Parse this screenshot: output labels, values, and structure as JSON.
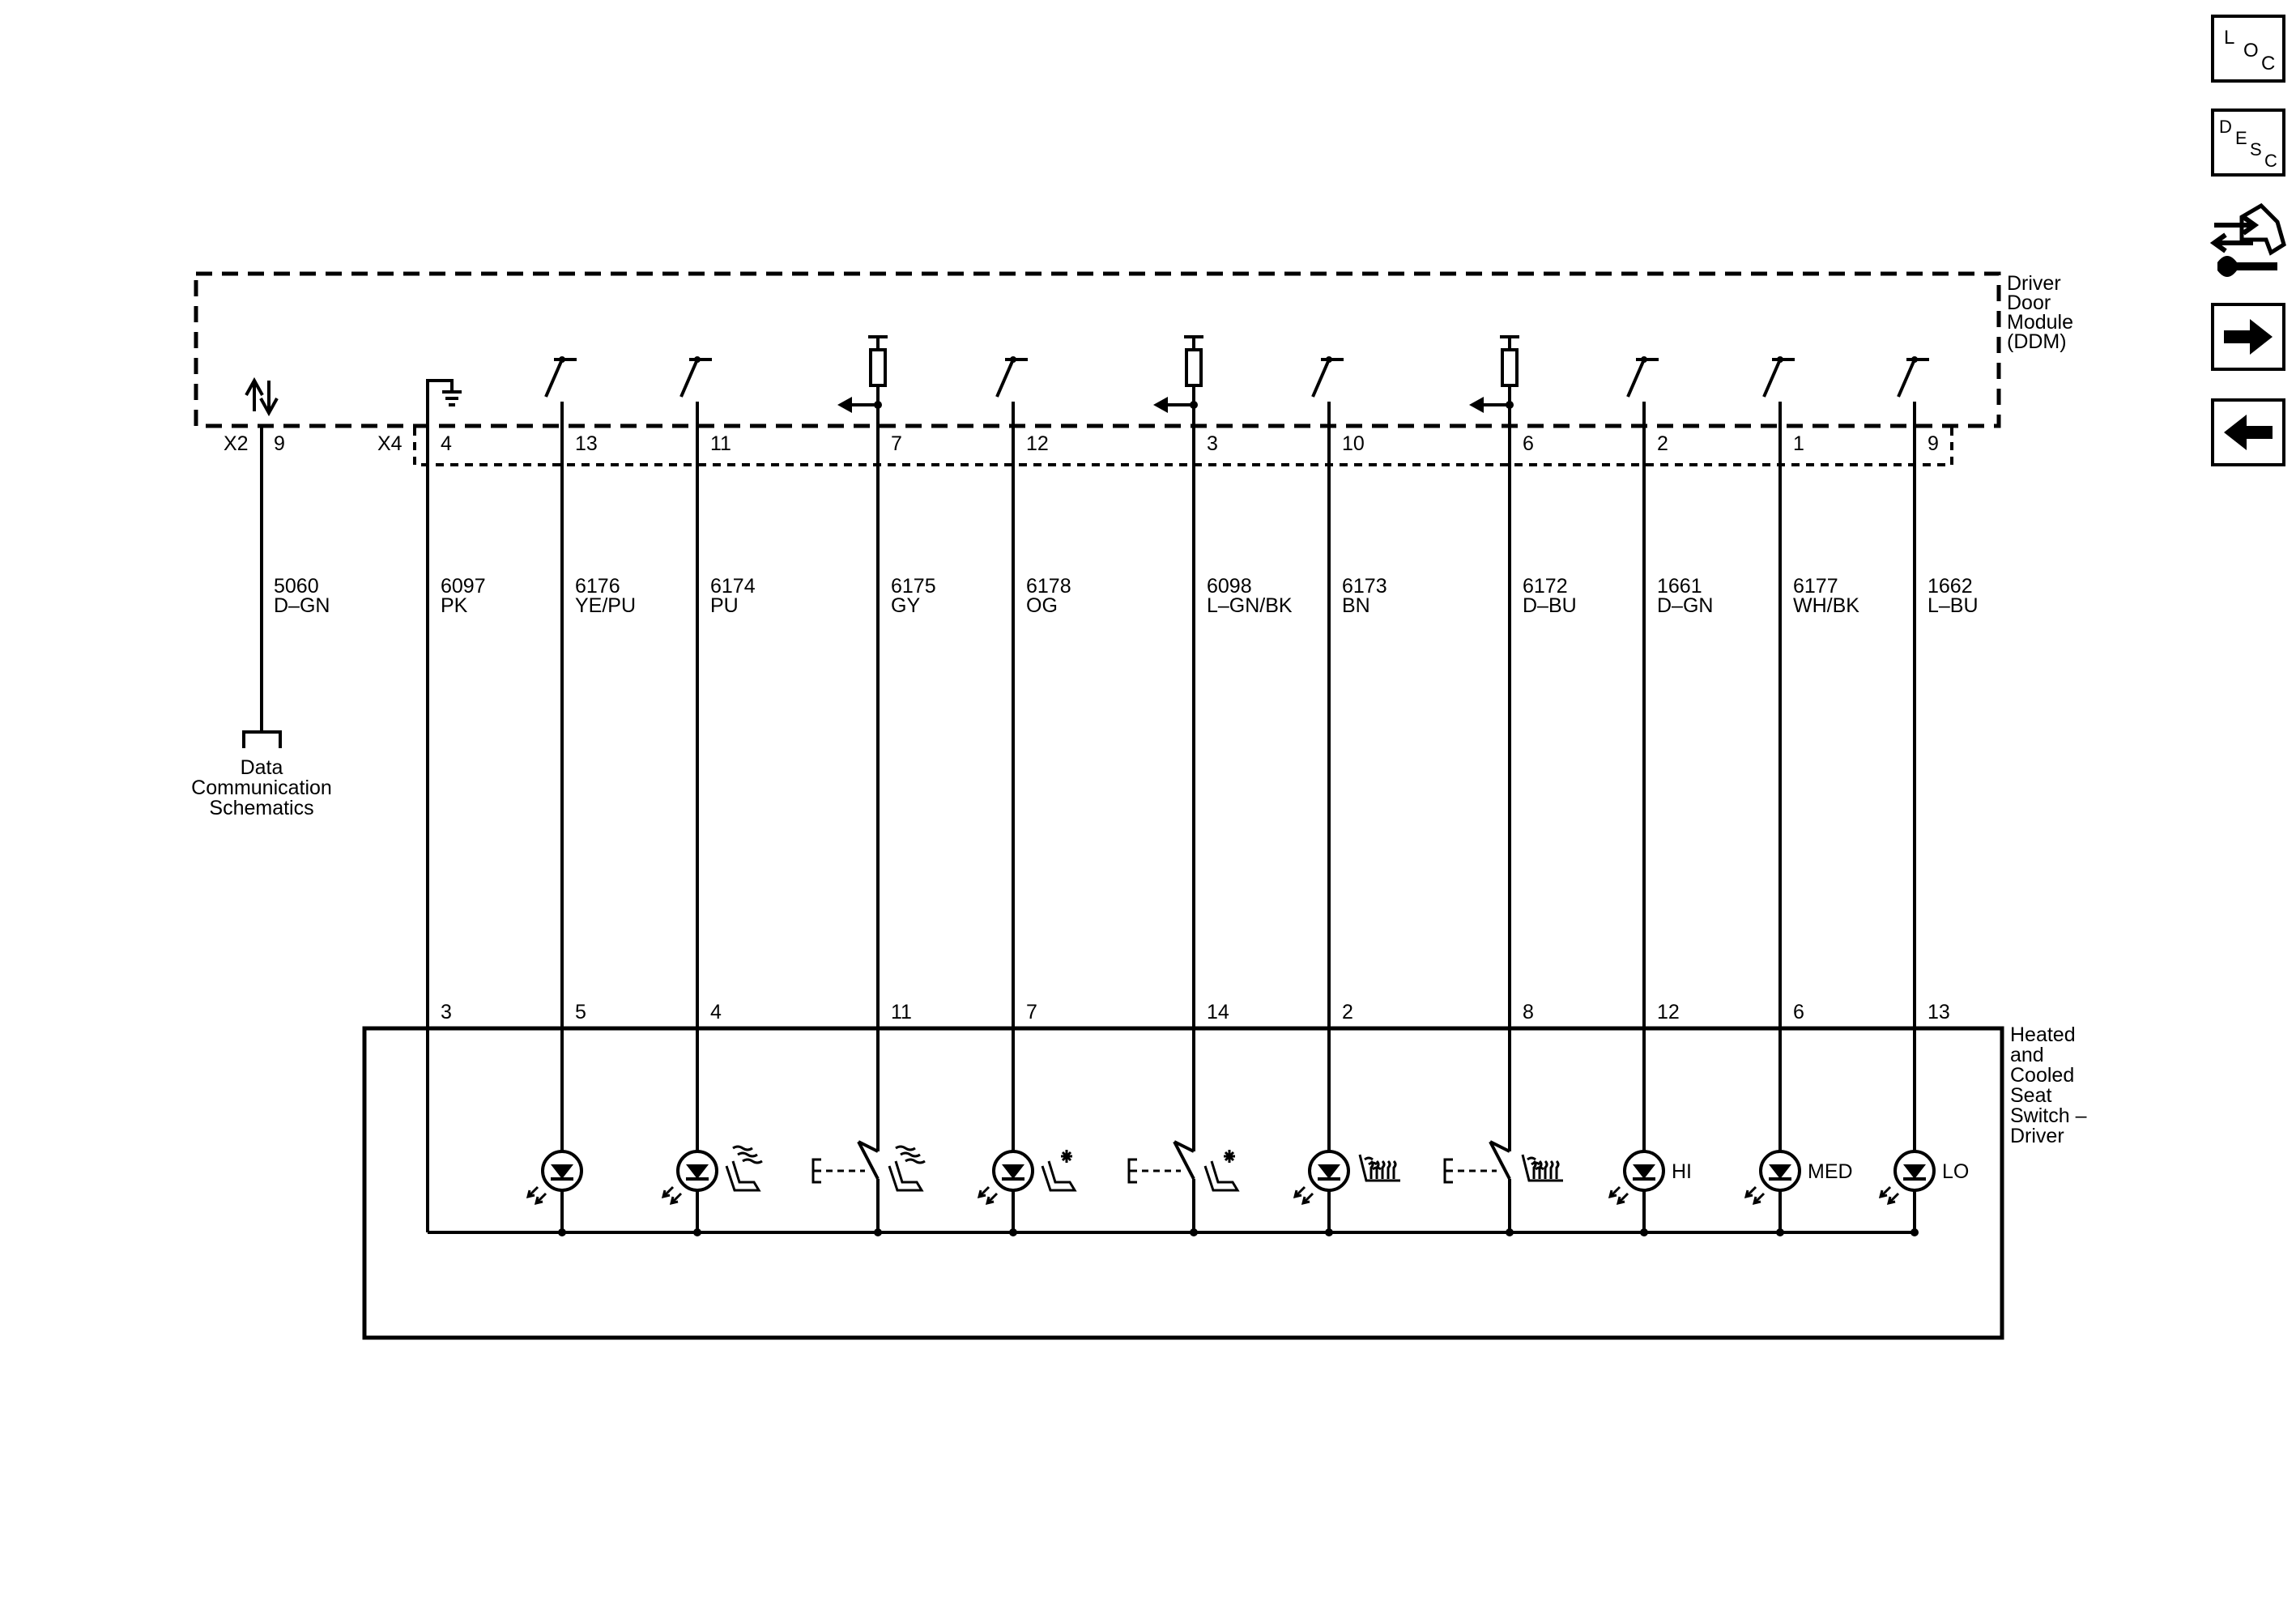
{
  "nav": {
    "loc_letters": [
      "L",
      "O",
      "C"
    ],
    "desc_letters": [
      "D",
      "E",
      "S",
      "C"
    ],
    "icons": [
      "loc-icon",
      "desc-icon",
      "connector-tool-icon",
      "next-arrow-icon",
      "prev-arrow-icon"
    ]
  },
  "module": {
    "label_lines": [
      "Driver",
      "Door",
      "Module",
      "(DDM)"
    ],
    "connector_x2": "X2",
    "connector_x4": "X4"
  },
  "data_link": {
    "pin": "9",
    "circuit": "5060",
    "color": "D–GN",
    "dest_lines": [
      "Data",
      "Communication",
      "Schematics"
    ]
  },
  "switch": {
    "label_lines": [
      "Heated",
      "and",
      "Cooled",
      "Seat",
      "Switch –",
      "Driver"
    ]
  },
  "wires": [
    {
      "top_pin": "4",
      "circuit": "6097",
      "color": "PK",
      "bottom_pin": "3",
      "type": "ground"
    },
    {
      "top_pin": "13",
      "circuit": "6176",
      "color": "YE/PU",
      "bottom_pin": "5",
      "type": "led"
    },
    {
      "top_pin": "11",
      "circuit": "6174",
      "color": "PU",
      "bottom_pin": "4",
      "type": "led-heat-back"
    },
    {
      "top_pin": "7",
      "circuit": "6175",
      "color": "GY",
      "bottom_pin": "11",
      "type": "switch-heat-back"
    },
    {
      "top_pin": "12",
      "circuit": "6178",
      "color": "OG",
      "bottom_pin": "7",
      "type": "led-cool"
    },
    {
      "top_pin": "3",
      "circuit": "6098",
      "color": "L–GN/BK",
      "bottom_pin": "14",
      "type": "switch-cool"
    },
    {
      "top_pin": "10",
      "circuit": "6173",
      "color": "BN",
      "bottom_pin": "2",
      "type": "led-heat-seat"
    },
    {
      "top_pin": "6",
      "circuit": "6172",
      "color": "D–BU",
      "bottom_pin": "8",
      "type": "switch-heat-seat"
    },
    {
      "top_pin": "2",
      "circuit": "1661",
      "color": "D–GN",
      "bottom_pin": "12",
      "type": "led-text",
      "led_label": "HI"
    },
    {
      "top_pin": "1",
      "circuit": "6177",
      "color": "WH/BK",
      "bottom_pin": "6",
      "type": "led-text",
      "led_label": "MED"
    },
    {
      "top_pin": "9",
      "circuit": "1662",
      "color": "L–BU",
      "bottom_pin": "13",
      "type": "led-text",
      "led_label": "LO"
    }
  ]
}
